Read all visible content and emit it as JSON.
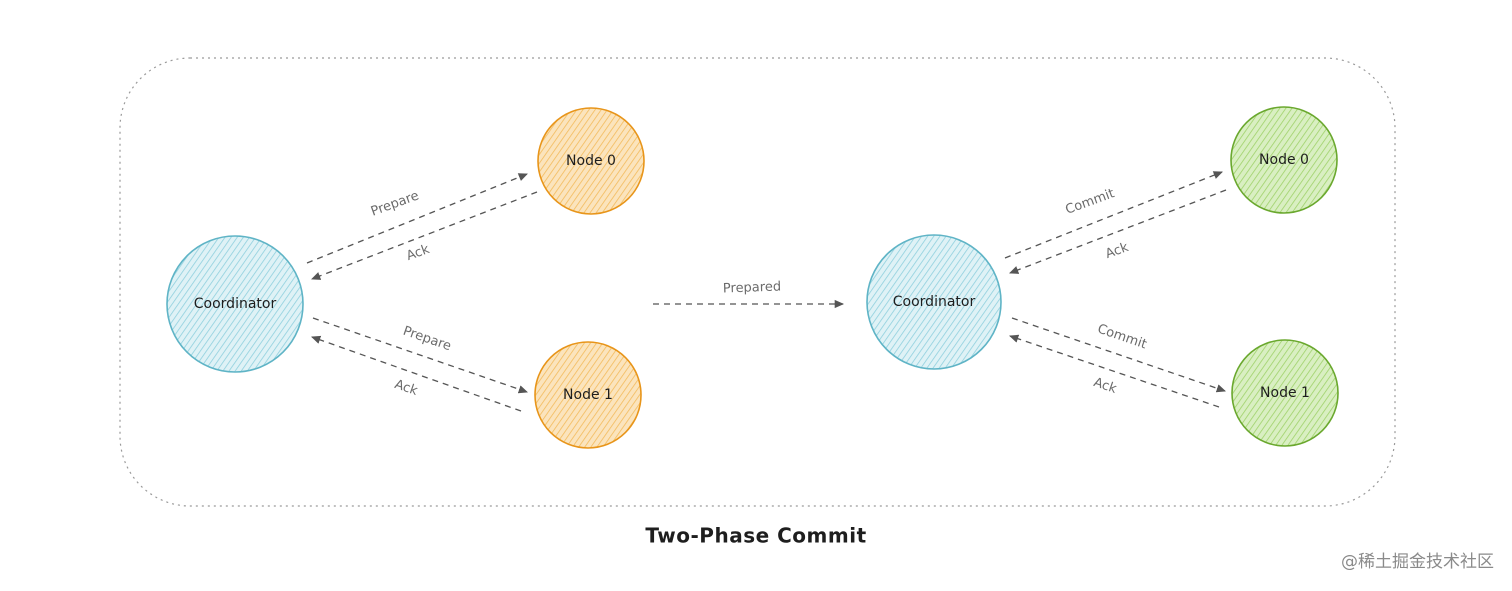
{
  "phases": [
    {
      "coordinator": {
        "label": "Coordinator",
        "fill": "#c3e7ee",
        "stroke": "#5fb4c6"
      },
      "nodes": [
        {
          "label": "Node 0",
          "fill": "#f8cf86",
          "stroke": "#e8951a"
        },
        {
          "label": "Node 1",
          "fill": "#f8cf86",
          "stroke": "#e8951a"
        }
      ],
      "edges": [
        {
          "label": "Prepare"
        },
        {
          "label": "Ack"
        },
        {
          "label": "Prepare"
        },
        {
          "label": "Ack"
        }
      ]
    },
    {
      "coordinator": {
        "label": "Coordinator",
        "fill": "#c3e7ee",
        "stroke": "#5fb4c6"
      },
      "nodes": [
        {
          "label": "Node 0",
          "fill": "#b9e08a",
          "stroke": "#6aa82e"
        },
        {
          "label": "Node 1",
          "fill": "#b9e08a",
          "stroke": "#6aa82e"
        }
      ],
      "edges": [
        {
          "label": "Commit"
        },
        {
          "label": "Ack"
        },
        {
          "label": "Commit"
        },
        {
          "label": "Ack"
        }
      ]
    }
  ],
  "transition": {
    "label": "Prepared"
  },
  "caption": "Two-Phase Commit",
  "watermark": "@稀土掘金技术社区"
}
